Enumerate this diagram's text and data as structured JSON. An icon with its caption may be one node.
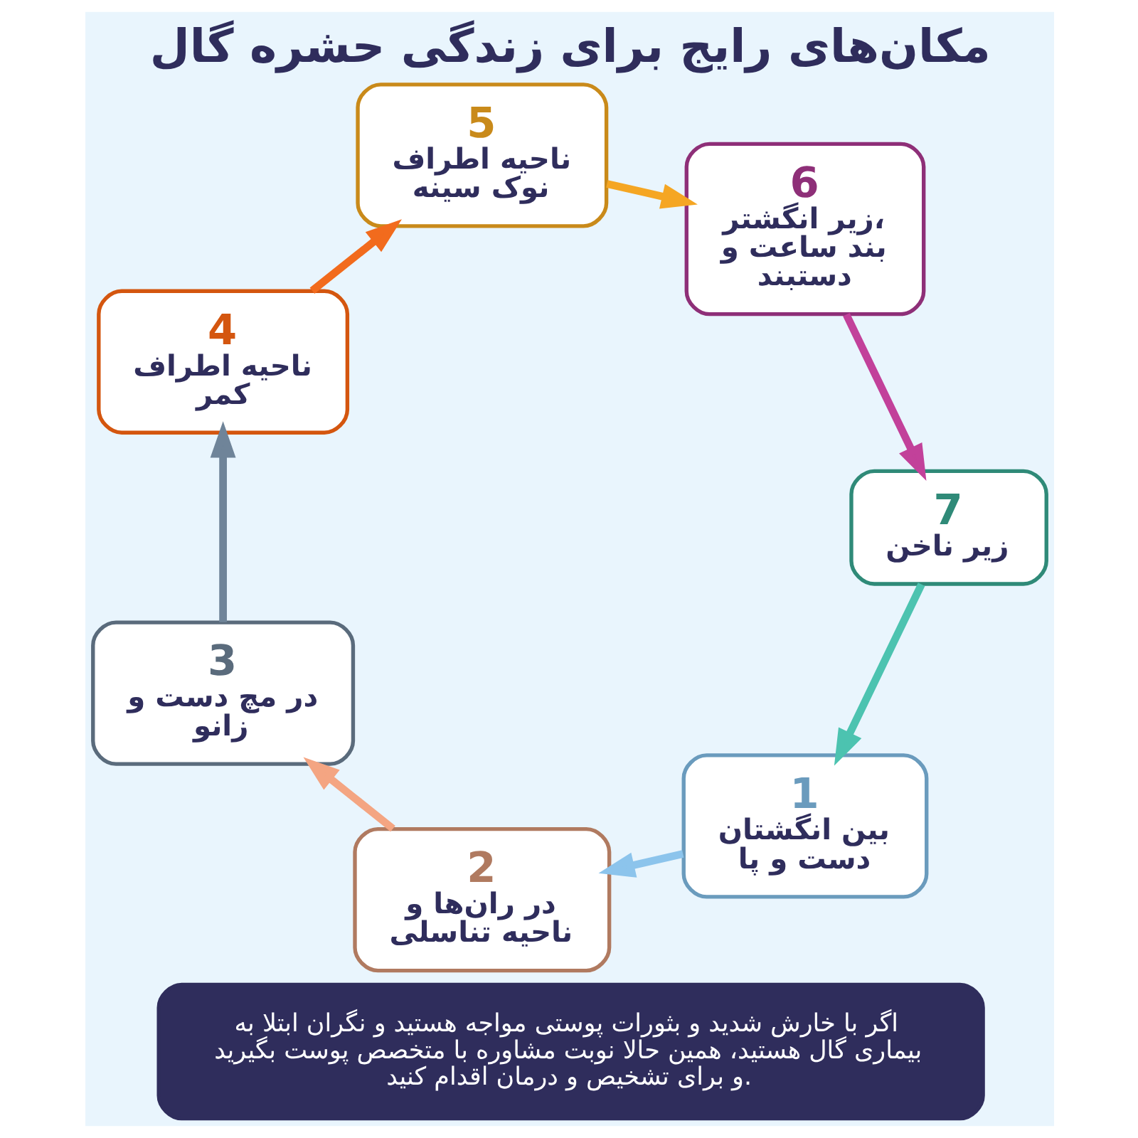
{
  "diagram": {
    "title": "مکان‌های رایج برای زندگی حشره گال",
    "nodes": [
      {
        "text": [
          "1",
          "بین انگشتان دست و پا"
        ]
      },
      {
        "text": [
          "2",
          "در ران‌ها و ناحیه تناسلی"
        ]
      },
      {
        "text": [
          "3",
          "در مچ دست و زانو"
        ]
      },
      {
        "text": [
          "4",
          "ناحیه اطراف کمر"
        ]
      },
      {
        "text": [
          "5",
          "ناحیه اطراف نوک سینه"
        ]
      },
      {
        "text": [
          "6",
          "زیر انگشتر، بند ساعت و دستبند"
        ]
      },
      {
        "text": [
          "7",
          "زیر ناخن"
        ]
      },
      {
        "text": [
          "اگر با خارش شدید و بثورات پوستی مواجه هستید و نگران ابتلا به بیماری گال هستید، همین حالا نوبت مشاوره با متخصص پوست بگیرید و برای تشخیص و درمان اقدام کنید."
        ]
      }
    ],
    "edges": [
      {
        "from": 0,
        "to": 1,
        "arrow": "to",
        "color": "#8cc4ec"
      },
      {
        "from": 1,
        "to": 2,
        "arrow": "to",
        "color": "#f4a582"
      },
      {
        "from": 2,
        "to": 3,
        "arrow": "to",
        "color": "#6f8499"
      },
      {
        "from": 3,
        "to": 4,
        "arrow": "to",
        "color": "#f26b1d"
      },
      {
        "from": 4,
        "to": 5,
        "arrow": "to",
        "color": "#f5a623"
      },
      {
        "from": 5,
        "to": 6,
        "arrow": "to",
        "color": "#c2419a"
      },
      {
        "from": 6,
        "to": 0,
        "arrow": "to",
        "color": "#4cc3b0"
      }
    ]
  }
}
